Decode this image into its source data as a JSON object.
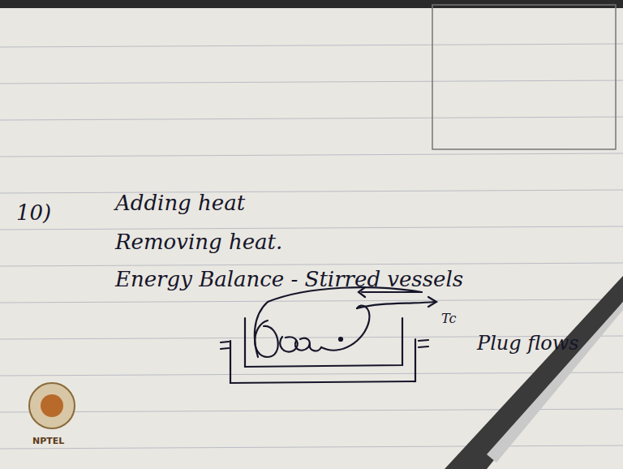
{
  "diagram": {
    "labels": [
      "10)",
      "Adding heat",
      "Removing heat.",
      "Energy Balance - Stirred vessels",
      "Tc",
      "Plug flows",
      "NPTEL"
    ]
  }
}
